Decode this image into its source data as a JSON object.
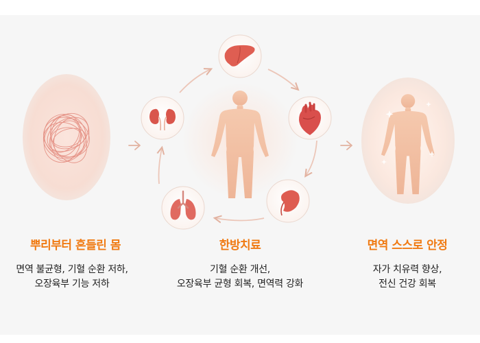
{
  "colors": {
    "accent": "#f07a12",
    "organ_red": "#e4615d",
    "body_tone": "#f2c3a8",
    "arrow": "#e7b8a6"
  },
  "left": {
    "title": "뿌리부터 흔들린 몸",
    "lines": [
      "면역 불균형, 기혈 순환 저하,",
      "오장육부 기능 저하"
    ]
  },
  "center": {
    "title": "한방치료",
    "lines": [
      "기혈 순환 개선,",
      "오장육부 균형 회복, 면역력 강화"
    ],
    "organs": [
      "liver-icon",
      "heart-icon",
      "spleen-icon",
      "lungs-icon",
      "kidneys-icon"
    ]
  },
  "right": {
    "title": "면역 스스로 안정",
    "lines": [
      "자가 치유력 향상,",
      "전신 건강 회복"
    ]
  }
}
